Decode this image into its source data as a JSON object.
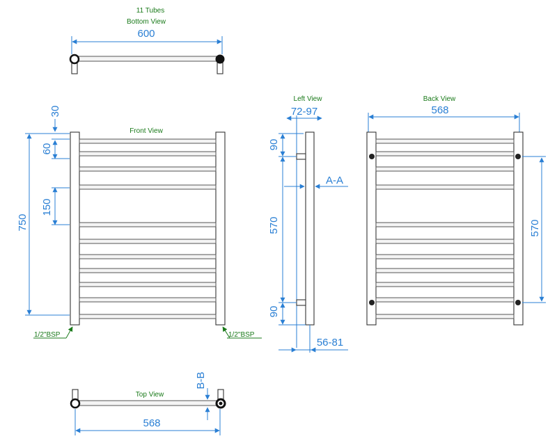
{
  "views": {
    "bottom": {
      "title_line1": "11 Tubes",
      "title_line2": "Bottom View",
      "width_dim": "600"
    },
    "front": {
      "title": "Front View",
      "dim_total": "750",
      "dim_top": "30",
      "dim_pitch_small": "60",
      "dim_pitch_large": "150",
      "bsp_left": "1/2\"BSP",
      "bsp_right": "1/2\"BSP"
    },
    "left": {
      "title": "Left View",
      "dim_depth": "72-97",
      "dim_section": "A-A",
      "dim_top_bracket": "90",
      "dim_bracket_centres": "570",
      "dim_bottom_bracket": "90",
      "dim_wall": "56-81"
    },
    "back": {
      "title": "Back View",
      "width_dim": "568",
      "bracket_centres": "570"
    },
    "top": {
      "title": "Top View",
      "width_dim": "568",
      "section": "B-B"
    }
  },
  "colors": {
    "label_green": "#1a7a1a",
    "dimension_blue": "#2a7fd4",
    "outline": "#333333"
  }
}
